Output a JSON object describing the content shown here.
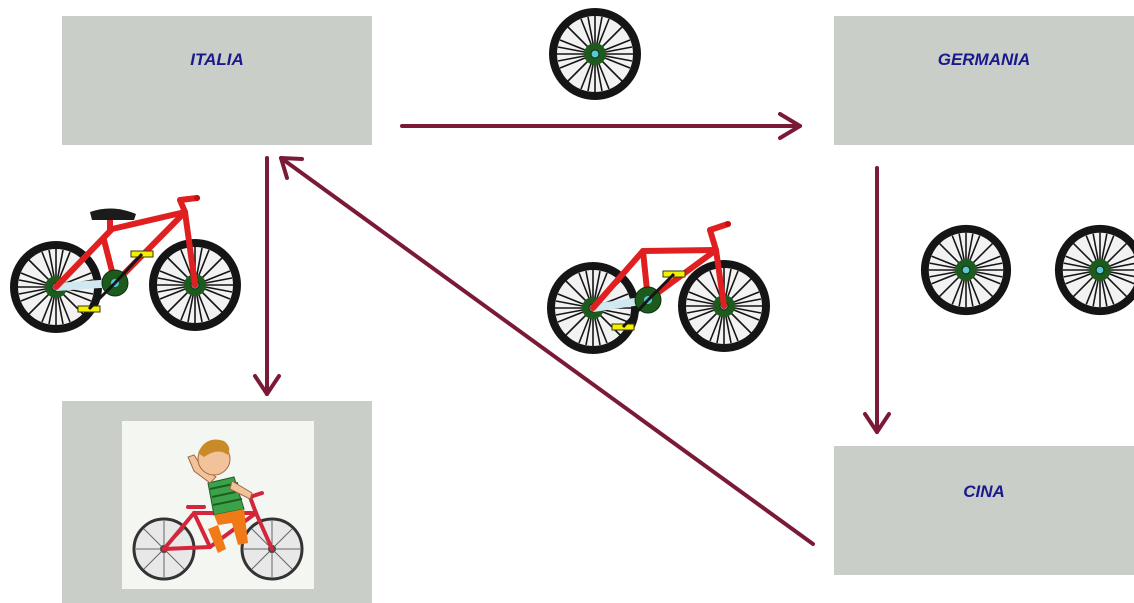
{
  "boxes": {
    "italia": {
      "label": "ITALIA"
    },
    "germania": {
      "label": "GERMANIA"
    },
    "cina": {
      "label": "CINA"
    },
    "child": {
      "label": ""
    }
  },
  "colors": {
    "arrow": "#7b1a36",
    "box_fill": "#c9cec9",
    "label_text": "#1a1a8c",
    "bike_frame": "#e02020",
    "bike_crank": "#1d5a1d",
    "bike_pedal": "#f4f000",
    "tire": "#151515"
  },
  "icons": {
    "single_wheel": "wheel-icon",
    "two_wheels": "wheel-icon",
    "complete_bike": "bicycle-icon",
    "frame_only_bike": "bicycle-frame-icon",
    "child_on_bike": "child-riding-bicycle-illustration"
  }
}
